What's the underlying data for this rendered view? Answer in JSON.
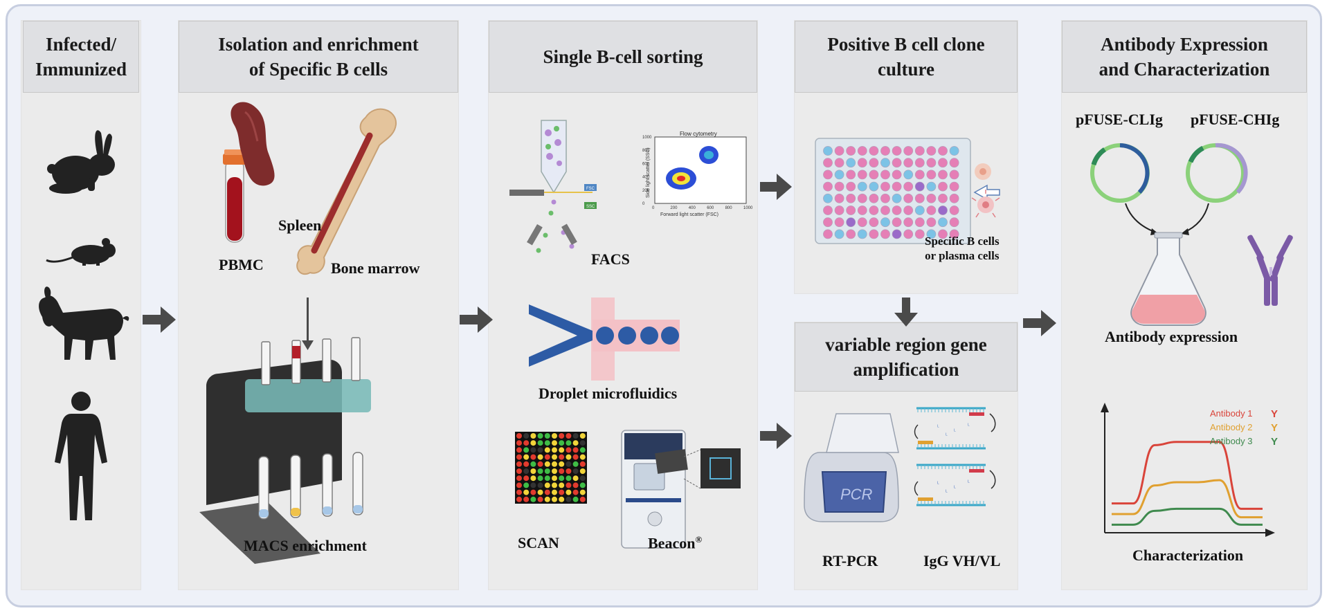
{
  "stages": {
    "infected": {
      "title": "Infected/\nImmunized"
    },
    "isolation": {
      "title": "Isolation and enrichment\nof Specific B cells",
      "pbmc": "PBMC",
      "spleen": "Spleen",
      "bone_marrow": "Bone marrow",
      "macs": "MACS enrichment"
    },
    "sorting": {
      "title": "Single B-cell sorting",
      "facs": "FACS",
      "flow_title": "Flow cytometry",
      "flow_xlabel": "Forward light scatter (FSC)",
      "flow_ylabel": "Side light scatter (SSC)",
      "flow_xticks": [
        "0",
        "200",
        "400",
        "600",
        "800",
        "1000"
      ],
      "flow_yticks": [
        "0",
        "200",
        "400",
        "600",
        "800",
        "1000"
      ],
      "fsc": "FSC",
      "ssc": "SSC",
      "droplet": "Droplet microfluidics",
      "scan": "SCAN",
      "beacon": "Beacon",
      "beacon_mark": "®"
    },
    "clone": {
      "title": "Positive B cell clone\nculture",
      "cells_label": "Specific B cells\nor plasma cells"
    },
    "amplification": {
      "title": "variable region gene\namplification",
      "rtpcr": "RT-PCR",
      "pcr_screen": "PCR",
      "igg": "IgG VH/VL"
    },
    "expression": {
      "title": "Antibody Expression\nand Characterization",
      "vector_l": "pFUSE-CLIg",
      "vector_h": "pFUSE-CHIg",
      "expression_label": "Antibody expression",
      "characterization": "Characterization"
    }
  },
  "chart_data": {
    "type": "line",
    "title": "",
    "xlabel": "",
    "ylabel": "",
    "x": [
      0,
      1,
      2,
      3,
      4,
      5,
      6,
      7
    ],
    "series": [
      {
        "name": "Antibody 1",
        "color": "#d9443a",
        "values": [
          0.25,
          0.25,
          0.8,
          0.83,
          0.83,
          0.83,
          0.2,
          0.2
        ]
      },
      {
        "name": "Antibody 2",
        "color": "#e0a030",
        "values": [
          0.15,
          0.15,
          0.42,
          0.45,
          0.45,
          0.47,
          0.12,
          0.12
        ]
      },
      {
        "name": "Antibody 3",
        "color": "#3f8a4e",
        "values": [
          0.05,
          0.05,
          0.18,
          0.2,
          0.2,
          0.2,
          0.05,
          0.05
        ]
      }
    ]
  },
  "colors": {
    "arrow": "#4a4a4a",
    "panel": "#ebebeb",
    "header": "#dfe0e3",
    "well_pink": "#e57fb6",
    "well_blue": "#7cc3e6",
    "well_purple": "#9a6bc9"
  }
}
